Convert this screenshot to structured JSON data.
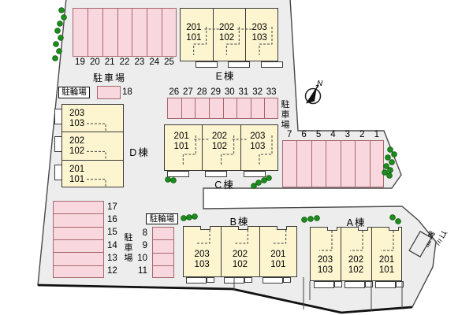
{
  "colors": {
    "ground": "#ededed",
    "stall_fill": "#f8d8de",
    "stall_border": "#a8666e",
    "building_fill": "#fcf5d0",
    "tree_green": "#1e8c1e"
  },
  "buildings": [
    {
      "id": "E",
      "label": "E棟",
      "units": [
        [
          "201",
          "101"
        ],
        [
          "202",
          "102"
        ],
        [
          "203",
          "103"
        ]
      ]
    },
    {
      "id": "D",
      "label": "D棟",
      "units": [
        [
          "203",
          "103"
        ],
        [
          "202",
          "102"
        ],
        [
          "201",
          "101"
        ]
      ]
    },
    {
      "id": "C",
      "label": "C棟",
      "units": [
        [
          "201",
          "101"
        ],
        [
          "202",
          "102"
        ],
        [
          "203",
          "103"
        ]
      ]
    },
    {
      "id": "B",
      "label": "B棟",
      "units": [
        [
          "203",
          "103"
        ],
        [
          "202",
          "102"
        ],
        [
          "201",
          "101"
        ]
      ]
    },
    {
      "id": "A",
      "label": "A棟",
      "units": [
        [
          "203",
          "103"
        ],
        [
          "202",
          "102"
        ],
        [
          "201",
          "101"
        ]
      ]
    }
  ],
  "parking": {
    "north": {
      "label": "駐車場",
      "spots": [
        "19",
        "20",
        "21",
        "22",
        "23",
        "24",
        "25"
      ]
    },
    "middle": {
      "label": "駐車場",
      "spots": [
        "26",
        "27",
        "28",
        "29",
        "30",
        "31",
        "32",
        "33"
      ]
    },
    "east": {
      "spots": [
        "7",
        "6",
        "5",
        "4",
        "3",
        "2",
        "1"
      ]
    },
    "west": {
      "label": "駐車場",
      "spots": [
        "17",
        "16",
        "15",
        "14",
        "13",
        "12"
      ]
    },
    "south_small": {
      "spots": [
        "8",
        "9",
        "10",
        "11"
      ]
    },
    "single": {
      "spots": [
        "18"
      ]
    }
  },
  "bicycle_north": {
    "label": "駐輪場"
  },
  "bicycle_south": {
    "label": "駐輪場"
  },
  "garbage": {
    "label": "ゴミ置場"
  },
  "compass": {
    "label": "N"
  }
}
